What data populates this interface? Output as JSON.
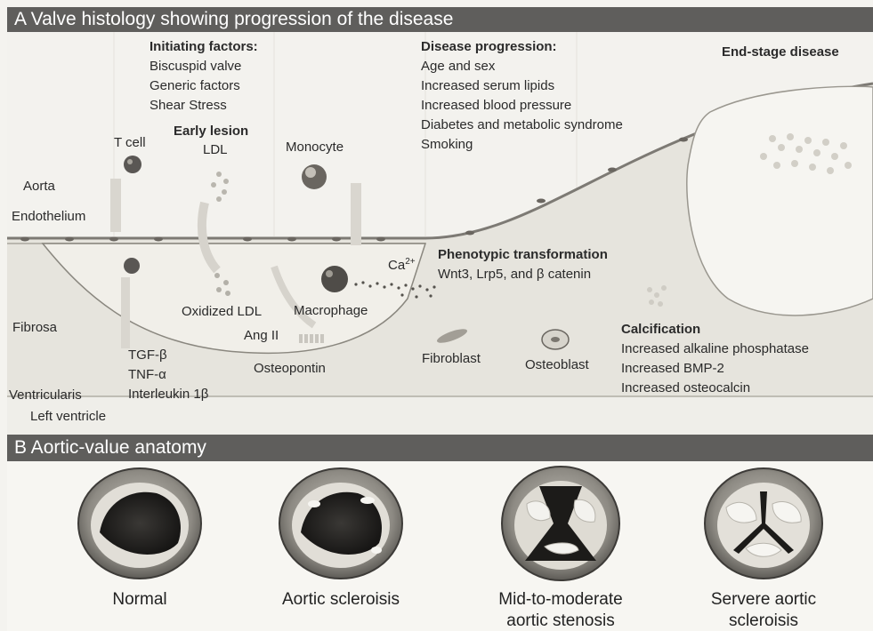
{
  "panel_a": {
    "title": "A Valve histology showing progression of the disease",
    "initiating": {
      "header": "Initiating factors:",
      "items": [
        "Biscuspid valve",
        "Generic factors",
        "Shear Stress"
      ]
    },
    "progression": {
      "header": "Disease progression:",
      "items": [
        "Age and sex",
        "Increased serum lipids",
        "Increased blood pressure",
        "Diabetes and metabolic syndrome",
        "Smoking"
      ]
    },
    "end_stage": "End-stage disease",
    "early_lesion": "Early lesion",
    "labels": {
      "t_cell": "T cell",
      "ldl": "LDL",
      "monocyte": "Monocyte",
      "aorta": "Aorta",
      "endothelium": "Endothelium",
      "fibrosa": "Fibrosa",
      "oxidized_ldl": "Oxidized LDL",
      "macrophage": "Macrophage",
      "ang_ii": "Ang II",
      "ca": "Ca",
      "ca_sup": "2+",
      "osteopontin": "Osteopontin",
      "fibroblast": "Fibroblast",
      "osteoblast": "Osteoblast",
      "ventricularis": "Ventricularis",
      "left_ventricle": "Left ventricle"
    },
    "cytokines": [
      "TGF-β",
      "TNF-α",
      "Interleukin 1β"
    ],
    "phenotypic": {
      "header": "Phenotypic transformation",
      "text": "Wnt3, Lrp5, and β catenin"
    },
    "calcification": {
      "header": "Calcification",
      "items": [
        "Increased alkaline phosphatase",
        "Increased BMP-2",
        "Increased osteocalcin"
      ]
    }
  },
  "panel_b": {
    "title": "B Aortic-value anatomy",
    "valves": [
      {
        "line1": "Normal",
        "line2": ""
      },
      {
        "line1": "Aortic scleroisis",
        "line2": ""
      },
      {
        "line1": "Mid-to-moderate",
        "line2": "aortic stenosis"
      },
      {
        "line1": "Servere aortic",
        "line2": "scleroisis"
      }
    ]
  },
  "colors": {
    "band": "#5f5e5c",
    "tissue": "#e6e4dd",
    "lesion": "#f1efe9",
    "cell_dark": "#5a5754"
  }
}
